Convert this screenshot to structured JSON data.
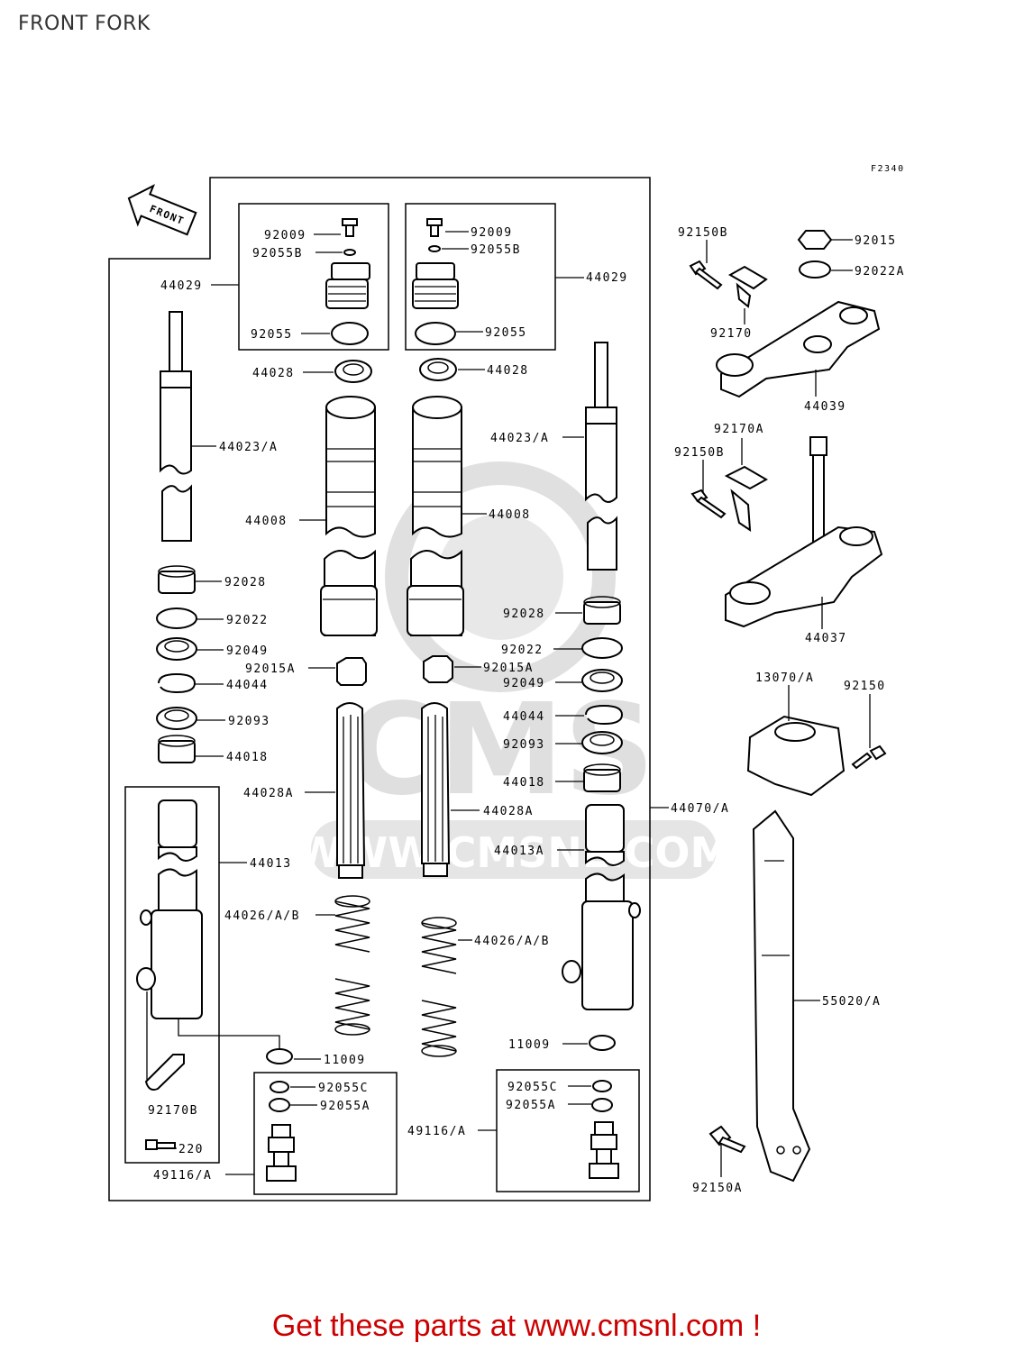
{
  "page_title": "FRONT FORK",
  "diagram_code": "F2340",
  "front_arrow_label": "FRONT",
  "watermark": {
    "brand": "CMS",
    "url": "WWW.CMSNL.COM"
  },
  "footer_text": "Get these parts at www.cmsnl.com !",
  "colors": {
    "footer": "#cc0000",
    "watermark": "#d9d9d9",
    "line": "#000000"
  },
  "part_labels": {
    "p92009_l": "92009",
    "p92055b_l": "92055B",
    "p44029_l": "44029",
    "p92055_l": "92055",
    "p92009_r": "92009",
    "p92055b_r": "92055B",
    "p44029_r": "44029",
    "p92055_r": "92055",
    "p44028_l": "44028",
    "p44028_r": "44028",
    "p44023a_l": "44023/A",
    "p44023a_r": "44023/A",
    "p44008_l": "44008",
    "p44008_r": "44008",
    "p92028_l": "92028",
    "p92028_r": "92028",
    "p92022_l": "92022",
    "p92022_r": "92022",
    "p92049_l": "92049",
    "p92049_r": "92049",
    "p92015a_l": "92015A",
    "p92015a_r": "92015A",
    "p44044_l": "44044",
    "p44044_r": "44044",
    "p92093_l": "92093",
    "p92093_r": "92093",
    "p44018_l": "44018",
    "p44018_r": "44018",
    "p44028a_l": "44028A",
    "p44028a_r": "44028A",
    "p44013": "44013",
    "p44013a": "44013A",
    "p44026_l": "44026/A/B",
    "p44026_r": "44026/A/B",
    "p11009_l": "11009",
    "p11009_r": "11009",
    "p92170b": "92170B",
    "p220": "220",
    "p92055c_l": "92055C",
    "p92055a_l": "92055A",
    "p92055c_r": "92055C",
    "p92055a_r": "92055A",
    "p49116a_l": "49116/A",
    "p49116a_r": "49116/A",
    "p44070a": "44070/A",
    "p92150b_t": "92150B",
    "p92170": "92170",
    "p92015": "92015",
    "p92022a": "92022A",
    "p44039": "44039",
    "p92170a": "92170A",
    "p92150b_m": "92150B",
    "p44037": "44037",
    "p13070a": "13070/A",
    "p92150": "92150",
    "p55020a": "55020/A",
    "p92150a": "92150A"
  }
}
